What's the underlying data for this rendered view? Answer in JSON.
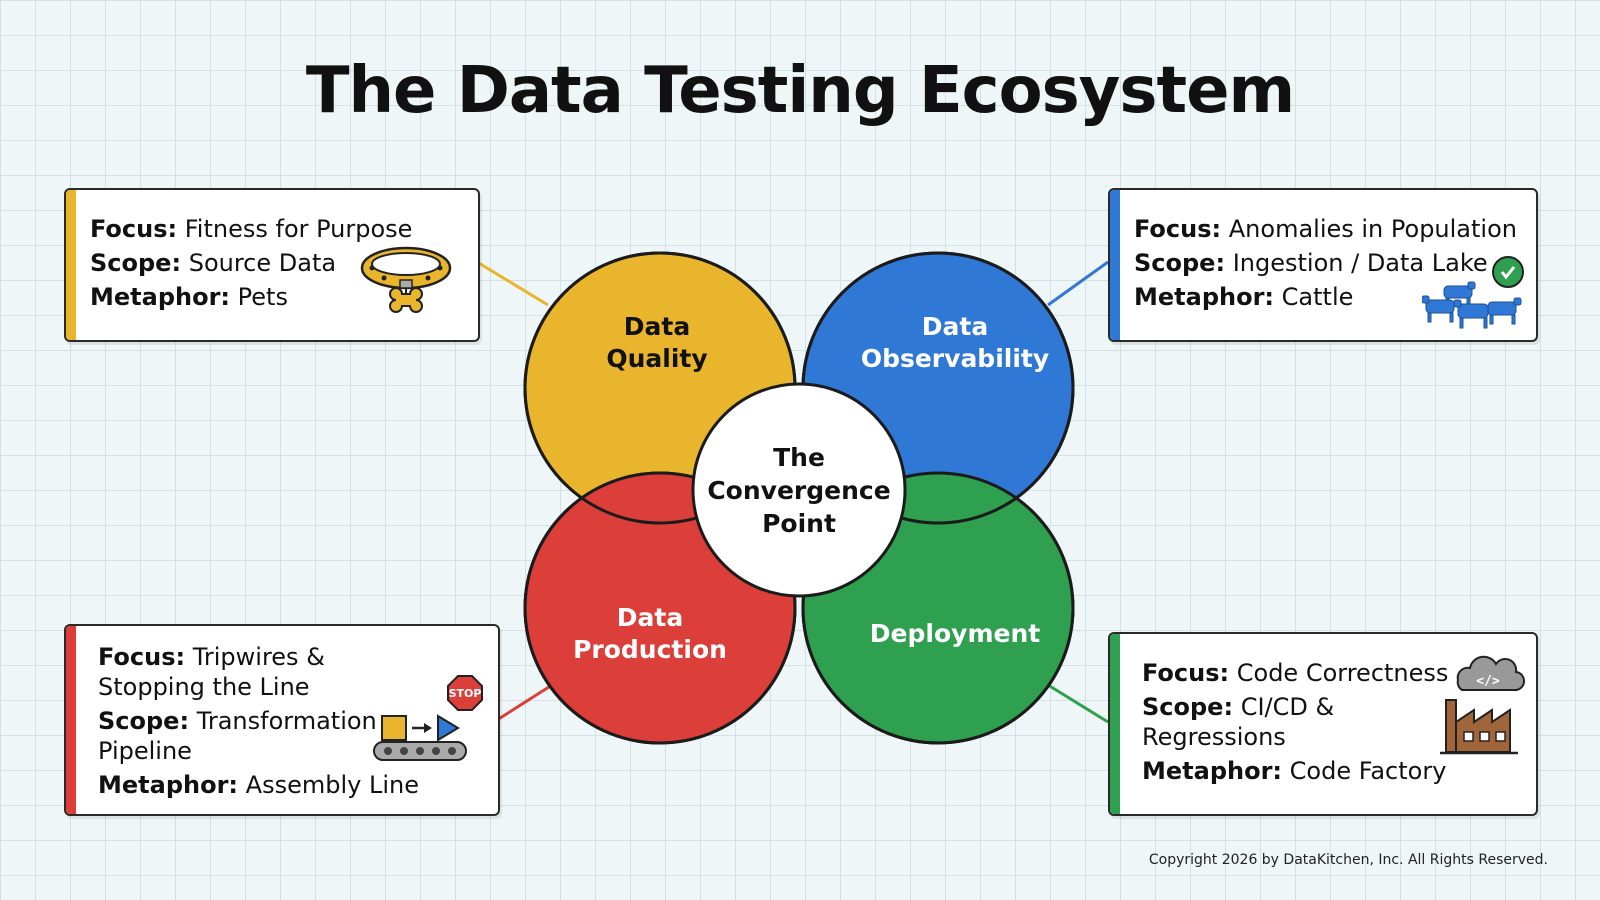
{
  "title": "The Data Testing Ecosystem",
  "colors": {
    "quality": "#e9b52c",
    "observability": "#2f78d6",
    "production": "#dc3f3a",
    "deployment": "#2fa050",
    "outline": "#1b1b1b"
  },
  "circles": {
    "quality": [
      "Data",
      "Quality"
    ],
    "observability": [
      "Data",
      "Observability"
    ],
    "production": [
      "Data",
      "Production"
    ],
    "deployment": [
      "Deployment"
    ],
    "center": [
      "The",
      "Convergence",
      "Point"
    ]
  },
  "cards": {
    "quality": {
      "focus_label": "Focus:",
      "focus": "Fitness for Purpose",
      "scope_label": "Scope:",
      "scope": "Source Data",
      "metaphor_label": "Metaphor:",
      "metaphor": "Pets",
      "icon": "dog-collar-icon"
    },
    "observability": {
      "focus_label": "Focus:",
      "focus": "Anomalies in Population",
      "scope_label": "Scope:",
      "scope": "Ingestion / Data Lake",
      "metaphor_label": "Metaphor:",
      "metaphor": "Cattle",
      "icon": "cattle-herd-icon"
    },
    "production": {
      "focus_label": "Focus:",
      "focus_1": "Tripwires &",
      "focus_2": "Stopping the Line",
      "scope_label": "Scope:",
      "scope_1": "Transformation",
      "scope_2": "Pipeline",
      "metaphor_label": "Metaphor:",
      "metaphor": "Assembly Line",
      "stop_sign": "STOP",
      "icon": "assembly-line-icon"
    },
    "deployment": {
      "focus_label": "Focus:",
      "focus": "Code Correctness",
      "scope_label": "Scope:",
      "scope_1": "CI/CD &",
      "scope_2": "Regressions",
      "metaphor_label": "Metaphor:",
      "metaphor": "Code Factory",
      "code_glyph": "</>",
      "icon": "code-factory-icon"
    }
  },
  "copyright": "Copyright 2026 by DataKitchen, Inc. All Rights Reserved."
}
